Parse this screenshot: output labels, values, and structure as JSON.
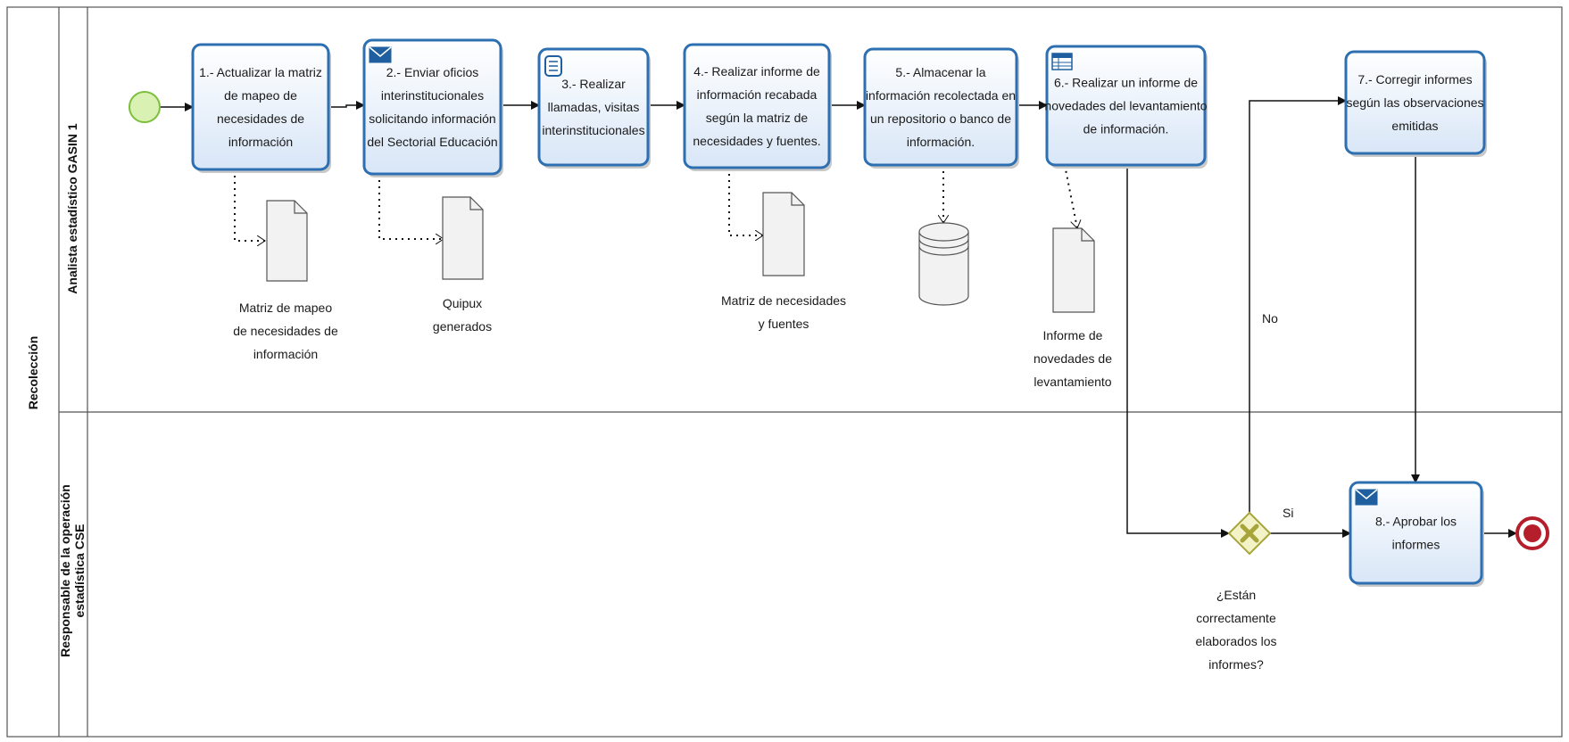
{
  "pool": {
    "title": "Recolección"
  },
  "lanes": [
    {
      "id": "lane-1",
      "title": "Analista estadístico GASIN 1"
    },
    {
      "id": "lane-2",
      "title_lines": [
        "Responsable de la operación",
        "estadística CSE"
      ]
    }
  ],
  "tasks": [
    {
      "id": "t1",
      "lines": [
        "1.- Actualizar  la matriz",
        "de mapeo de",
        "necesidades de",
        "información"
      ],
      "icon": "none"
    },
    {
      "id": "t2",
      "lines": [
        "2.- Enviar oficios",
        "interinstitucionales",
        "solicitando información",
        "del Sectorial Educación"
      ],
      "icon": "envelope-icon"
    },
    {
      "id": "t3",
      "lines": [
        "3.- Realizar",
        "llamadas, visitas",
        "interinstitucionales"
      ],
      "icon": "script-icon"
    },
    {
      "id": "t4",
      "lines": [
        "4.- Realizar informe de",
        "información recabada",
        "según la matriz de",
        "necesidades y fuentes."
      ],
      "icon": "none"
    },
    {
      "id": "t5",
      "lines": [
        "5.- Almacenar la",
        "información recolectada en",
        "un repositorio o banco de",
        "información."
      ],
      "icon": "none"
    },
    {
      "id": "t6",
      "lines": [
        "6.- Realizar un informe de",
        "novedades del levantamiento",
        "de información."
      ],
      "icon": "table-icon"
    },
    {
      "id": "t7",
      "lines": [
        "7.- Corregir informes",
        "según las observaciones",
        "emitidas"
      ],
      "icon": "none"
    },
    {
      "id": "t8",
      "lines": [
        "8.- Aprobar los",
        "informes"
      ],
      "icon": "envelope-icon"
    }
  ],
  "artifacts": [
    {
      "id": "a1",
      "type": "document",
      "lines": [
        "Matriz de mapeo",
        "de necesidades de",
        "información"
      ]
    },
    {
      "id": "a2",
      "type": "document",
      "lines": [
        "Quipux",
        "generados"
      ]
    },
    {
      "id": "a3",
      "type": "document",
      "lines": [
        "Matriz de necesidades",
        "y fuentes"
      ]
    },
    {
      "id": "a4",
      "type": "database",
      "lines": []
    },
    {
      "id": "a5",
      "type": "document",
      "lines": [
        "Informe de",
        "novedades de",
        "levantamiento"
      ]
    }
  ],
  "gateway": {
    "type": "exclusive",
    "lines": [
      "¿Están",
      "correctamente",
      "elaborados los",
      "informes?"
    ]
  },
  "flow_labels": {
    "no": "No",
    "yes": "Si"
  },
  "colors": {
    "task_border": "#2d6fb0",
    "task_fill_top": "#ffffff",
    "task_fill_bottom": "#d8e6f7",
    "start_fill": "#d9f2b3",
    "start_stroke": "#7cbf3a",
    "end_stroke": "#b51f2b",
    "gateway_fill": "#f4f3c8",
    "gateway_stroke": "#a7a53a",
    "icon_blue": "#1f5f9f"
  }
}
